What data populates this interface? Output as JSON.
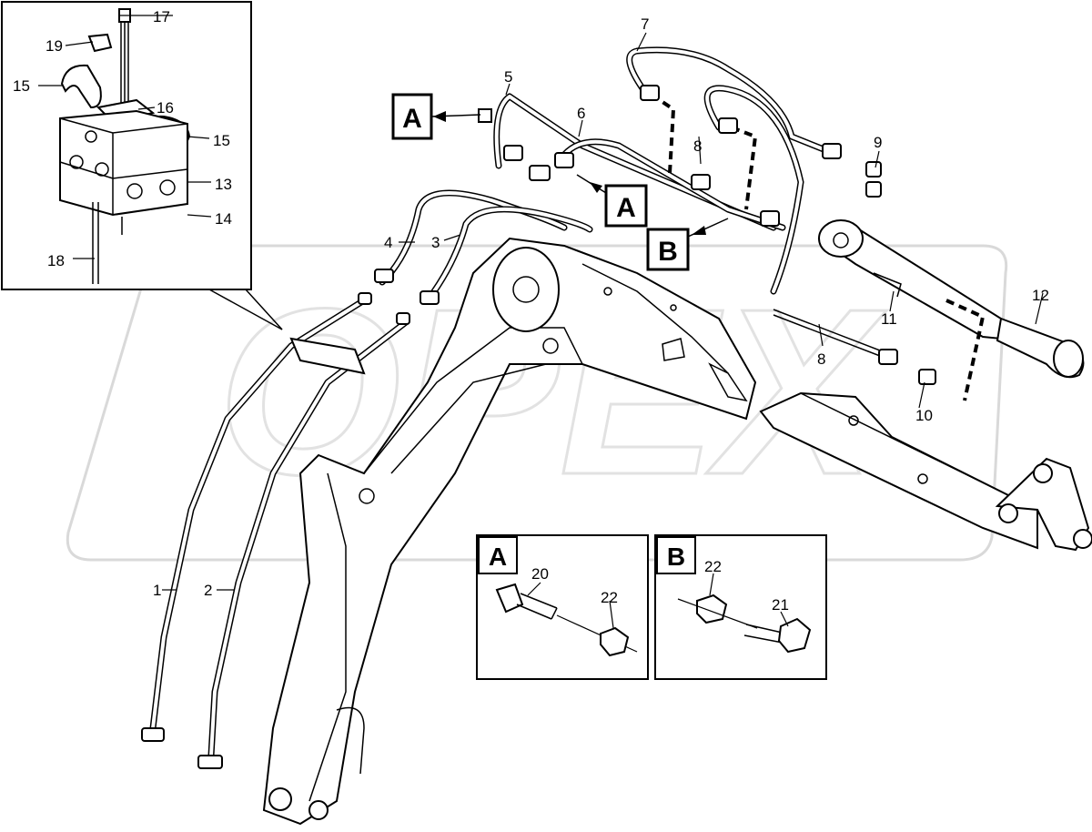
{
  "callouts": {
    "n1": "1",
    "n2": "2",
    "n3": "3",
    "n4": "4",
    "n5": "5",
    "n6": "6",
    "n7": "7",
    "n8a": "8",
    "n8b": "8",
    "n9": "9",
    "n10": "10",
    "n11": "11",
    "n12": "12",
    "n13": "13",
    "n14": "14",
    "n15a": "15",
    "n15b": "15",
    "n16": "16",
    "n17": "17",
    "n18": "18",
    "n19": "19",
    "n20": "20",
    "n21": "21",
    "n22a": "22",
    "n22b": "22"
  },
  "views": {
    "a1": "A",
    "a2": "A",
    "b1": "B",
    "inset_a": "A",
    "inset_b": "B"
  },
  "watermark": "OPEX",
  "colors": {
    "line": "#000000",
    "watermark": "#d9d9d9",
    "background": "#ffffff"
  }
}
